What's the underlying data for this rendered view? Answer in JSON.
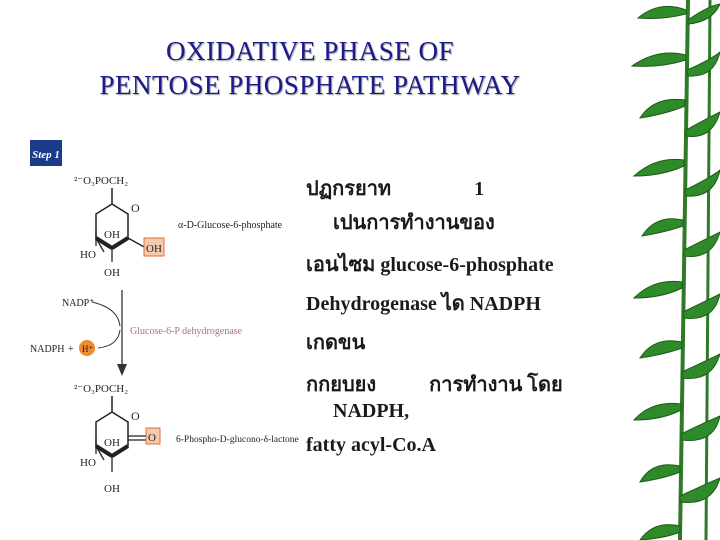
{
  "slide": {
    "title_line1": "OXIDATIVE  PHASE  OF",
    "title_line2": "PENTOSE  PHOSPHATE  PATHWAY"
  },
  "diagram": {
    "step_label": "Step 1",
    "top_molecule": {
      "group": "²⁻O₃POCH₂",
      "ring_o": "O",
      "oh_left": "OH",
      "ho": "HO",
      "oh_highlight": "OH",
      "oh_bottom": "OH",
      "name": "α-D-Glucose-6-phosphate"
    },
    "cofactors": {
      "nadp": "NADP⁺",
      "nadph": "NADPH",
      "plus": "+",
      "h_plus": "H⁺"
    },
    "enzyme": "Glucose-6-P dehydrogenase",
    "bottom_molecule": {
      "group": "²⁻O₃POCH₂",
      "ring_o": "O",
      "oh_left": "OH",
      "ho": "HO",
      "carbonyl_o": "O",
      "oh_bottom": "OH",
      "name": "6-Phospho-D-glucono-δ-lactone"
    }
  },
  "text": {
    "line1a": "ปฏกรยาท",
    "line1b": "1",
    "line2": "เปนการทำงานของ",
    "line3": "เอนไซม   glucose-6-phosphate",
    "line4": "Dehydrogenase ได   NADPH",
    "line5": "เกดขน",
    "line6a": "กกยบยง",
    "line6b": "การทำงาน  โดย",
    "line7": "NADPH,",
    "line8": "fatty  acyl-Co.A"
  },
  "colors": {
    "title": "#1a1a8c",
    "step_box": "#1a3a8a",
    "highlight_fill": "#f5c8b0",
    "highlight_stroke": "#e07030",
    "h_plus_fill": "#f08a30",
    "bamboo_leaf": "#2f8a2a",
    "bamboo_dark": "#1d5c1a"
  }
}
